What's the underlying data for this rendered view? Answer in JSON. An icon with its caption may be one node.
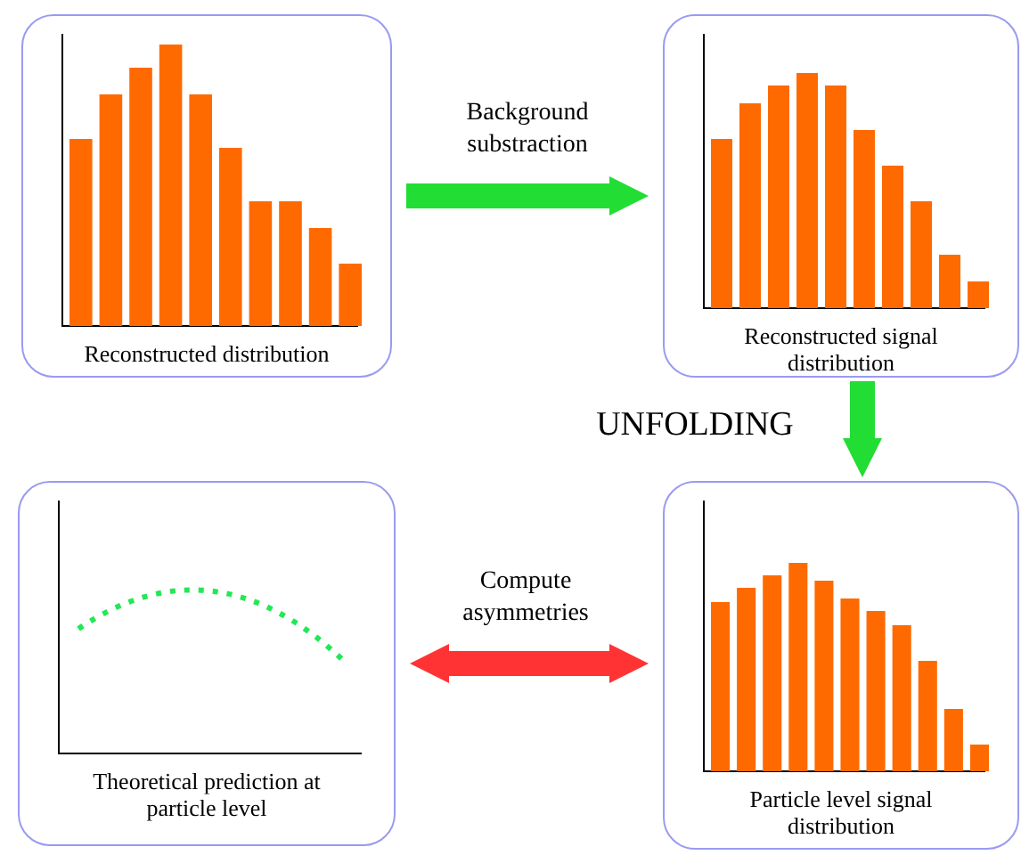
{
  "diagram": {
    "nodes": [
      {
        "text": [
          "Reconstructed distribution"
        ]
      },
      {
        "text": [
          "Reconstructed signal distribution"
        ]
      },
      {
        "text": [
          "Theoretical prediction at particle level"
        ]
      },
      {
        "text": [
          "Particle level signal distribution"
        ]
      }
    ],
    "edges": [
      {
        "from": 0,
        "to": 1,
        "arrow": "to",
        "label": "Background substraction"
      },
      {
        "from": 1,
        "to": 3,
        "arrow": "to",
        "label": "UNFOLDING"
      },
      {
        "from": 3,
        "to": 2,
        "arrow": "both",
        "label": "Compute asymmetries",
        "color": "#ff3333"
      }
    ]
  }
}
